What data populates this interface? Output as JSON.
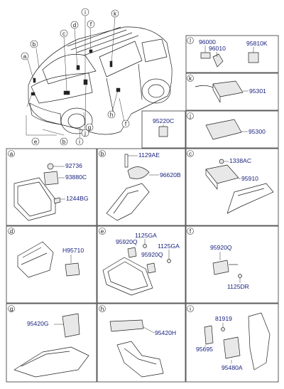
{
  "callouts": {
    "a": "a",
    "b": "b",
    "c": "c",
    "d": "d",
    "e": "e",
    "f": "f",
    "g": "g",
    "h": "h",
    "i": "i",
    "j": "j",
    "k": "k",
    "l": "l"
  },
  "panels": {
    "l": {
      "letter": "l",
      "parts": [
        "96000",
        "96010",
        "95810K"
      ]
    },
    "k": {
      "letter": "k",
      "parts": [
        "95301"
      ]
    },
    "unlettered": {
      "parts": [
        "95220C"
      ]
    },
    "j": {
      "letter": "j",
      "parts": [
        "95300"
      ]
    },
    "a": {
      "letter": "a",
      "parts": [
        "92736",
        "93880C",
        "1244BG"
      ]
    },
    "b": {
      "letter": "b",
      "parts": [
        "1129AE",
        "96620B"
      ]
    },
    "c": {
      "letter": "c",
      "parts": [
        "1338AC",
        "95910"
      ]
    },
    "d": {
      "letter": "d",
      "parts": [
        "H95710"
      ]
    },
    "e": {
      "letter": "e",
      "parts": [
        "1125GA",
        "95920Q",
        "1125GA",
        "95920Q"
      ]
    },
    "f": {
      "letter": "f",
      "parts": [
        "95920Q",
        "1125DR"
      ]
    },
    "g": {
      "letter": "g",
      "parts": [
        "95420G"
      ]
    },
    "h": {
      "letter": "h",
      "parts": [
        "95420H"
      ]
    },
    "i": {
      "letter": "i",
      "parts": [
        "81919",
        "95695",
        "95480A"
      ]
    }
  },
  "colors": {
    "part_number_text": "#1a237e",
    "line_art": "#222222",
    "background": "#ffffff"
  }
}
